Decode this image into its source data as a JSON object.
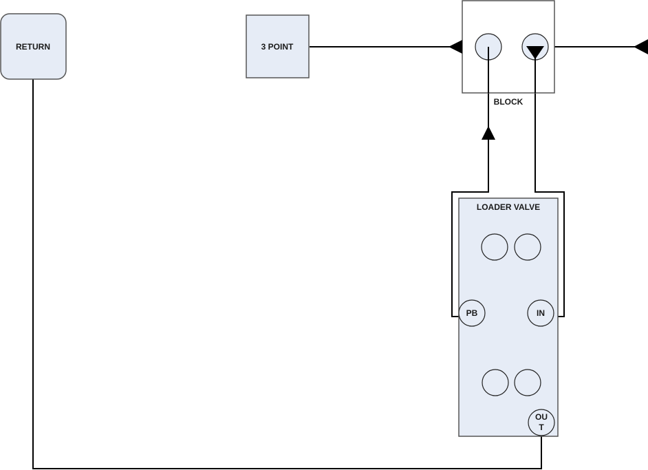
{
  "diagram": {
    "colors": {
      "node_fill": "#e6ecf6",
      "block_fill": "#ffffff",
      "stroke": "#000000",
      "node_border": "#555555"
    },
    "nodes": {
      "return": {
        "label": "RETURN"
      },
      "three_point": {
        "label": "3 POINT"
      },
      "block": {
        "label": "BLOCK"
      },
      "loader_valve": {
        "label": "LOADER VALVE",
        "ports": {
          "pb": "PB",
          "in": "IN",
          "out_line1": "OU",
          "out_line2": "T"
        }
      }
    },
    "connections": [
      {
        "from": "3 POINT",
        "to": "BLOCK",
        "arrow": "into BLOCK (left side)"
      },
      {
        "from": "external",
        "to": "BLOCK",
        "arrow": "into BLOCK (right side)"
      },
      {
        "from": "LOADER VALVE PB",
        "to": "BLOCK left port",
        "arrow": "upward"
      },
      {
        "from": "BLOCK right port",
        "to": "LOADER VALVE IN",
        "arrow": "downward"
      },
      {
        "from": "LOADER VALVE OUT",
        "to": "RETURN",
        "arrow": "none"
      }
    ]
  }
}
